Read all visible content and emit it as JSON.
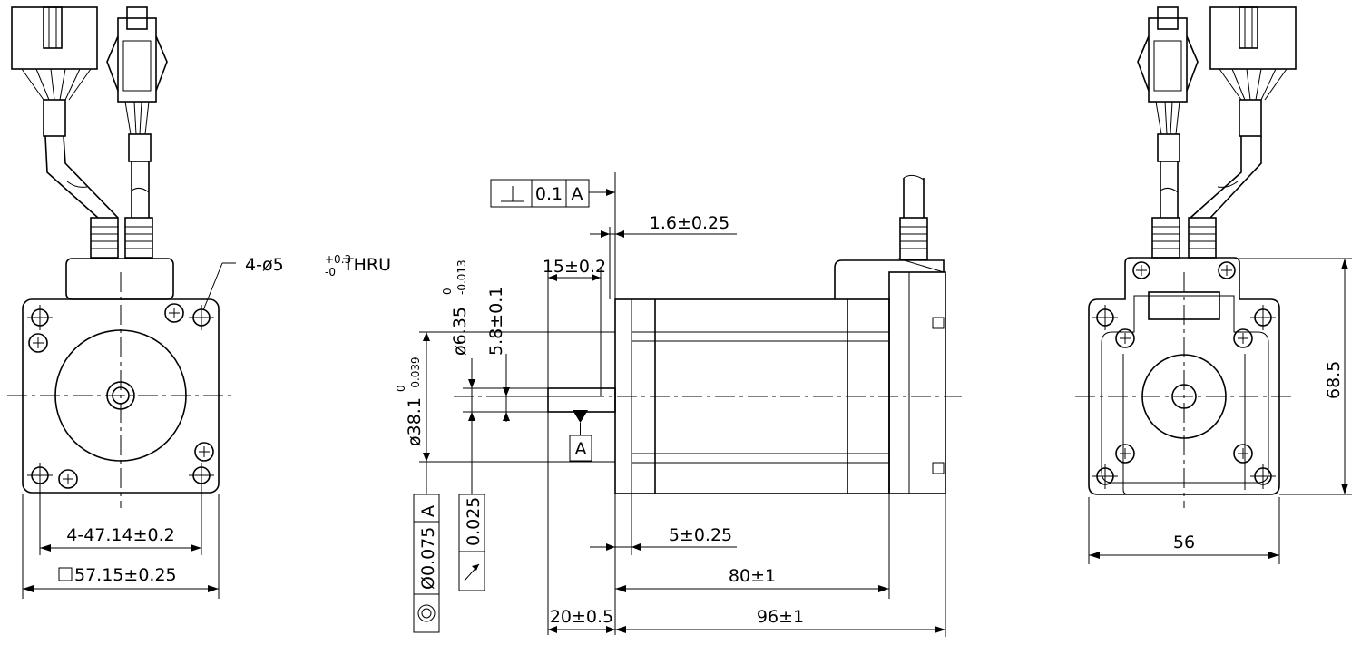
{
  "front_view": {
    "hole_callout": "4-ø5",
    "hole_tol_upper": "+0.3",
    "hole_tol_lower": "-0",
    "hole_suffix": "THRU",
    "bolt_spacing": "4-47.14±0.2",
    "flange_size": "57.15±0.25"
  },
  "side_view": {
    "perpendicularity_tol": "0.1",
    "datum_a": "A",
    "flange_thickness": "1.6±0.25",
    "flat_length": "15±0.2",
    "shaft_dia": "ø6.35",
    "shaft_dia_upper": "0",
    "shaft_dia_lower": "-0.013",
    "flat_depth": "5.8±0.1",
    "pilot_dia": "ø38.1",
    "pilot_dia_upper": "0",
    "pilot_dia_lower": "-0.039",
    "concentricity_tol": "Ø0.075",
    "runout_tol": "0.025",
    "pilot_depth": "5±0.25",
    "body_length": "80±1",
    "overall_length": "96±1",
    "shaft_length": "20±0.5"
  },
  "rear_view": {
    "height": "68.5",
    "width": "56"
  }
}
